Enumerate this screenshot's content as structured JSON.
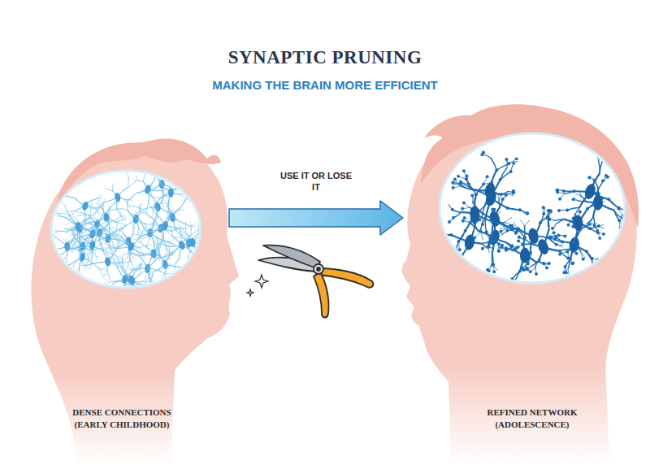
{
  "diagram": {
    "title": "SYNAPTIC PRUNING",
    "nodes": [
      {
        "text": [
          "DENSE CONNECTIONS (EARLY CHILDHOOD)"
        ]
      },
      {
        "text": [
          "REFINED NETWORK (ADOLESCENCE)"
        ]
      }
    ],
    "edges": [
      {
        "from": 0,
        "to": 1,
        "label": "USE IT OR LOSE IT",
        "arrow": "to"
      }
    ],
    "labels": [
      "MAKING THE BRAIN MORE EFFICIENT"
    ]
  }
}
